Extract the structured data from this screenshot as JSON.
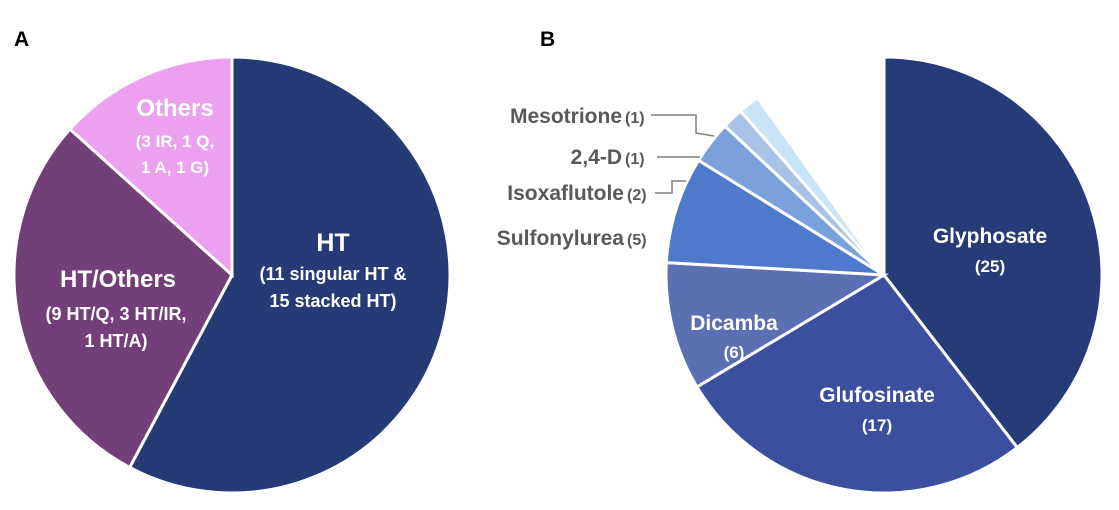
{
  "chart_data": [
    {
      "type": "pie",
      "panel_label": "A",
      "slices": [
        {
          "label": "HT",
          "detail_1": "(11 singular HT &",
          "detail_2": "15 stacked HT)",
          "value": 26,
          "color": "#263b75"
        },
        {
          "label": "HT/Others",
          "detail_1": "(9 HT/Q, 3 HT/IR,",
          "detail_2": "1 HT/A)",
          "value": 13,
          "color": "#733f78"
        },
        {
          "label": "Others",
          "detail_1": "(3 IR, 1 Q,",
          "detail_2": "1 A, 1 G)",
          "value": 6,
          "color": "#eba0f0"
        }
      ]
    },
    {
      "type": "pie",
      "panel_label": "B",
      "slices": [
        {
          "label": "Glyphosate",
          "count": "(25)",
          "value": 25,
          "color": "#263b78"
        },
        {
          "label": "Glufosinate",
          "count": "(17)",
          "value": 17,
          "color": "#3c4f9e"
        },
        {
          "label": "Dicamba",
          "count": "(6)",
          "value": 6,
          "color": "#5b6fb3"
        },
        {
          "label": "Sulfonylurea",
          "count": "(5)",
          "value": 5,
          "color": "#4f7acc"
        },
        {
          "label": "Isoxaflutole",
          "count": "(2)",
          "value": 2,
          "color": "#7ba1dc"
        },
        {
          "label": "2,4-D",
          "count": "(1)",
          "value": 1,
          "color": "#a8c2e8"
        },
        {
          "label": "Mesotrione",
          "count": "(1)",
          "value": 1,
          "color": "#c9e4f7"
        }
      ]
    }
  ]
}
